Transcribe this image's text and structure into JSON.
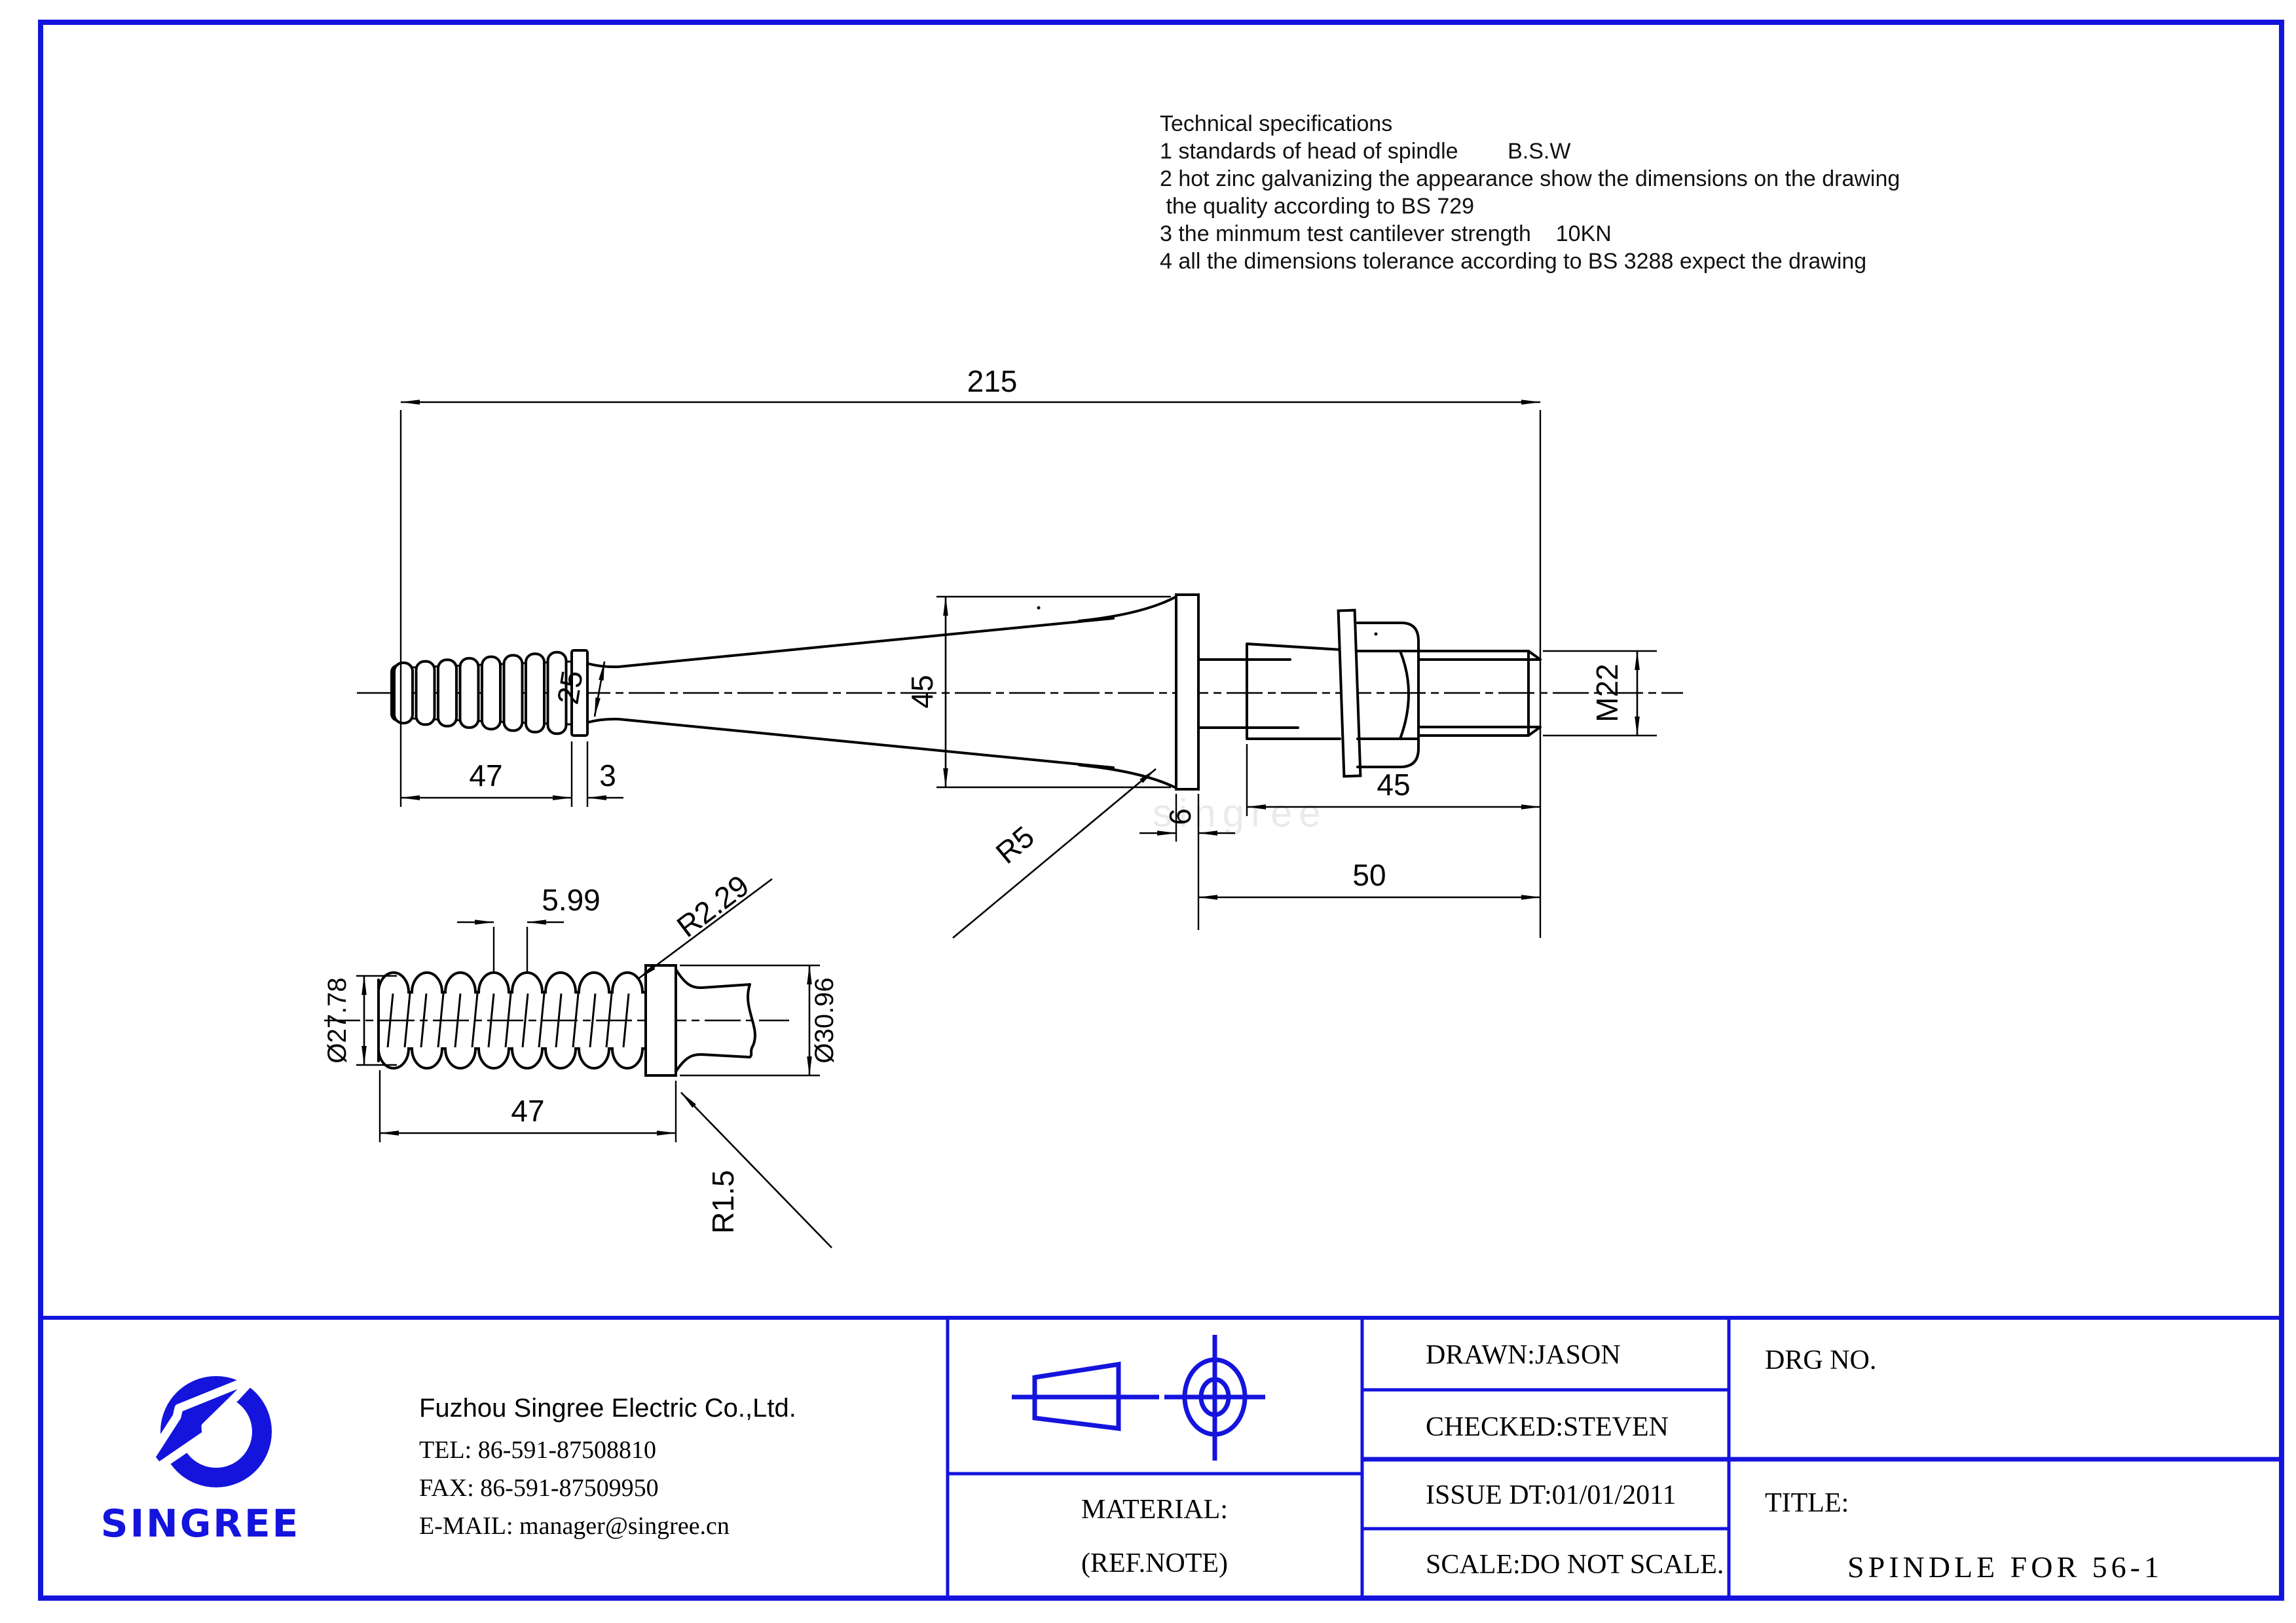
{
  "colors": {
    "blue": "#1414dd",
    "ink": "#000000"
  },
  "tech_specs": {
    "title": "Technical specifications",
    "lines": [
      "1 standards of head of spindle        B.S.W",
      "2 hot zinc galvanizing the appearance show the dimensions on the drawing",
      " the quality according to BS 729",
      "3 the minmum test cantilever strength    10KN",
      "4 all the dimensions tolerance according to BS 3288 expect the drawing"
    ]
  },
  "main_view": {
    "dims": {
      "overall_length": "215",
      "thread_length": "47",
      "collar_width": "3",
      "neck_dia": "25",
      "flange_dia": "45",
      "flange_thickness": "6",
      "stud_length": "45",
      "nose_length": "50",
      "thread_spec": "M22",
      "fillet_radius": "R5"
    }
  },
  "detail_view": {
    "dims": {
      "pitch": "5.99",
      "crest_radius": "R2.29",
      "minor_dia": "Ø27.78",
      "major_dia": "Ø30.96",
      "thread_length": "47",
      "fillet_radius": "R1.5"
    }
  },
  "title_block": {
    "company": {
      "logo_text": "SINGREE",
      "name": "Fuzhou Singree Electric Co.,Ltd.",
      "tel": "TEL: 86-591-87508810",
      "fax": "FAX: 86-591-87509950",
      "email": "E-MAIL: manager@singree.cn"
    },
    "material_label": "MATERIAL:",
    "material_note": "(REF.NOTE)",
    "drawn": "DRAWN:JASON",
    "checked": "CHECKED:STEVEN",
    "issue_date": "ISSUE DT:01/01/2011",
    "scale": "SCALE:DO NOT SCALE.",
    "drg_no_label": "DRG NO.",
    "title_label": "TITLE:",
    "title_value": "SPINDLE FOR 56-1"
  },
  "watermark": "singree"
}
